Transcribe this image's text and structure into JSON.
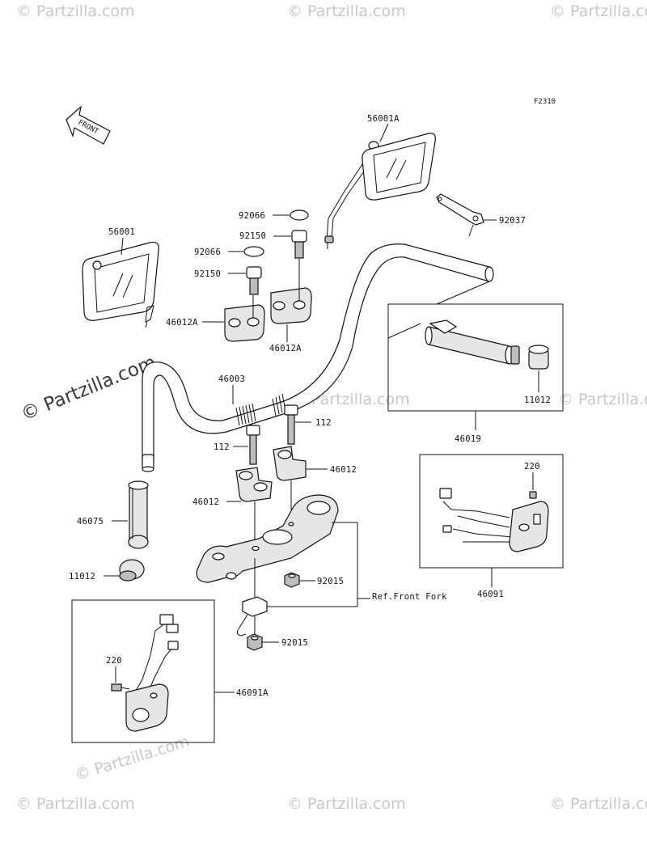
{
  "diagram_code": "F2310",
  "front_arrow": "FRONT",
  "watermark": "© Partzilla.com",
  "watermark_main": "© Partzilla.com",
  "labels": {
    "p56001a": "56001A",
    "p56001": "56001",
    "p92066_a": "92066",
    "p92066_b": "92066",
    "p92150_a": "92150",
    "p92150_b": "92150",
    "p92037": "92037",
    "p46012a_l": "46012A",
    "p46012a_r": "46012A",
    "p46003": "46003",
    "p11012_r": "11012",
    "p46019": "46019",
    "p112_r": "112",
    "p112_l": "112",
    "p46012_r": "46012",
    "p46012_l": "46012",
    "p220_r": "220",
    "p46075": "46075",
    "p92015_a": "92015",
    "p11012_l": "11012",
    "ref_front_fork": "Ref.Front Fork",
    "p46091": "46091",
    "p220_l": "220",
    "p92015_b": "92015",
    "p46091a": "46091A"
  }
}
